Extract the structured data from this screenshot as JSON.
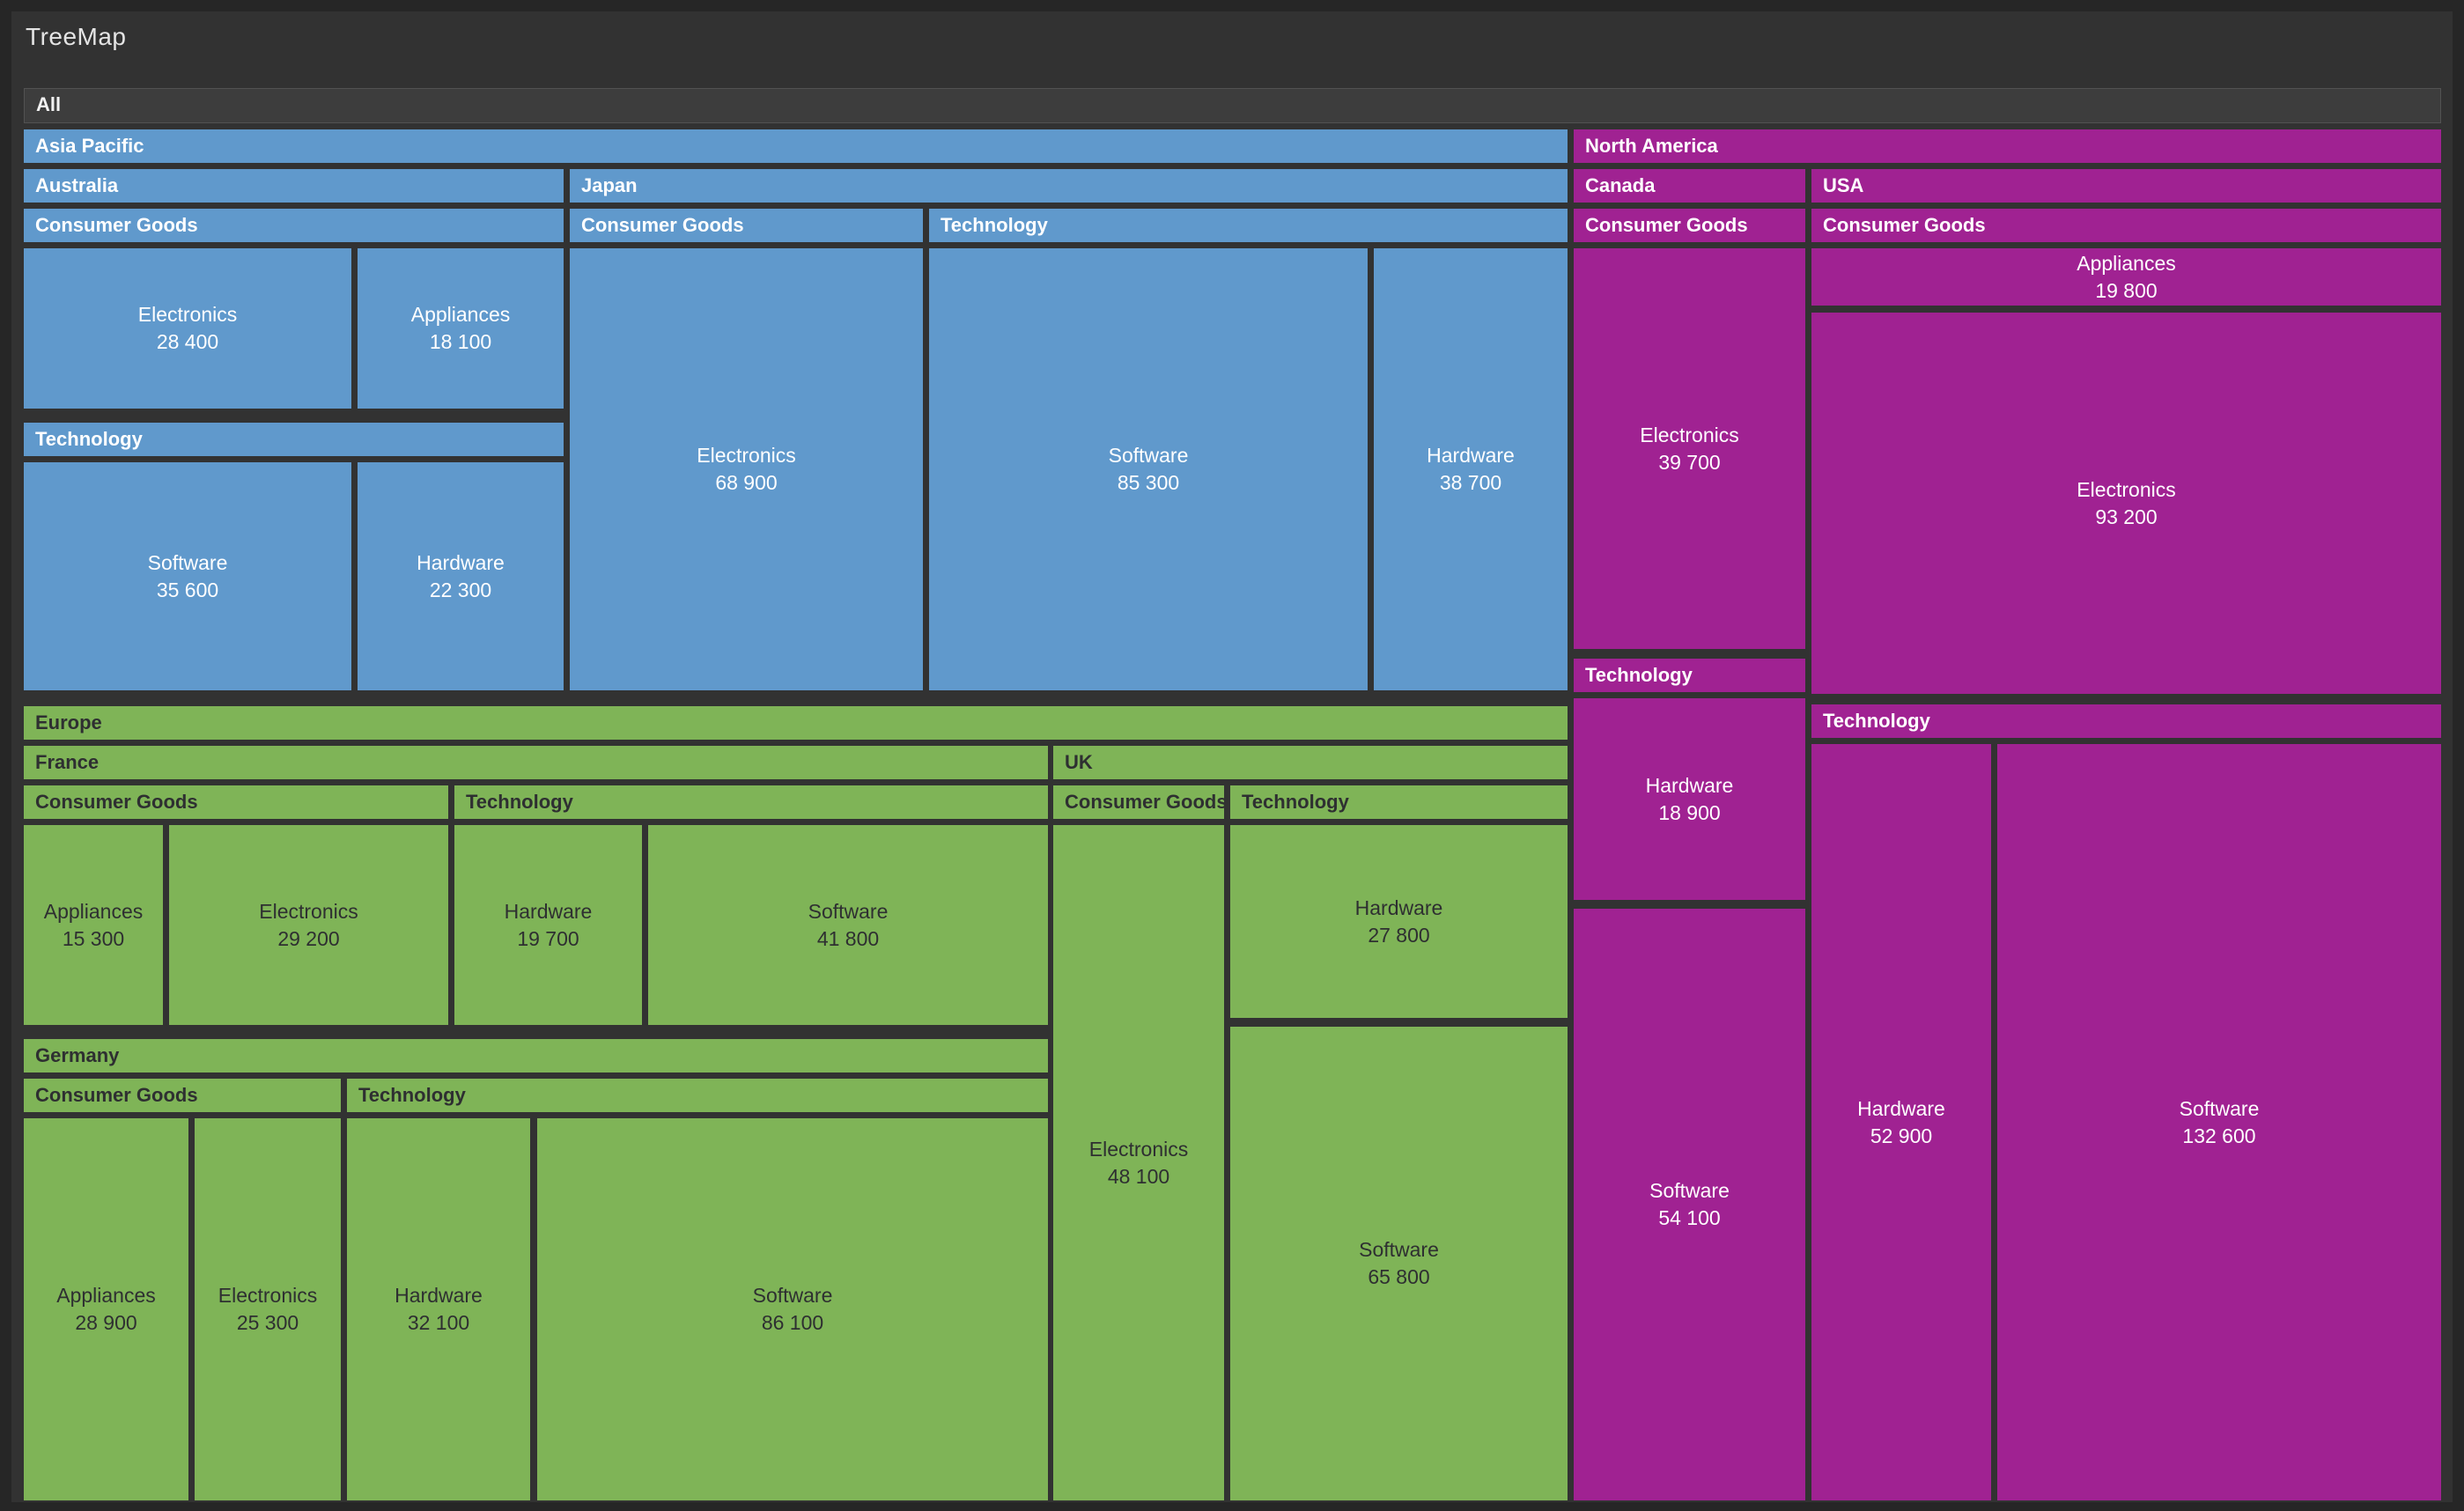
{
  "title": "TreeMap",
  "root_label": "All",
  "colors": {
    "background": "#323232",
    "frame": "#262626",
    "root_bar": "#3d3d3d",
    "asia_pacific": "#6099cc",
    "europe": "#7fb457",
    "north_america": "#a02292",
    "text_light": "#ffffff",
    "text_dark": "#2e2f31"
  },
  "chart_data": {
    "type": "treemap",
    "title": "TreeMap",
    "root": "All",
    "legend_position": "none",
    "regions": [
      {
        "label": "Asia Pacific",
        "color": "#6099cc",
        "countries": [
          {
            "label": "Australia",
            "categories": [
              {
                "label": "Consumer Goods",
                "items": [
                  {
                    "name": "Electronics",
                    "value": 28400,
                    "display": "28 400"
                  },
                  {
                    "name": "Appliances",
                    "value": 18100,
                    "display": "18 100"
                  }
                ]
              },
              {
                "label": "Technology",
                "items": [
                  {
                    "name": "Software",
                    "value": 35600,
                    "display": "35 600"
                  },
                  {
                    "name": "Hardware",
                    "value": 22300,
                    "display": "22 300"
                  }
                ]
              }
            ]
          },
          {
            "label": "Japan",
            "categories": [
              {
                "label": "Consumer Goods",
                "items": [
                  {
                    "name": "Electronics",
                    "value": 68900,
                    "display": "68 900"
                  }
                ]
              },
              {
                "label": "Technology",
                "items": [
                  {
                    "name": "Software",
                    "value": 85300,
                    "display": "85 300"
                  },
                  {
                    "name": "Hardware",
                    "value": 38700,
                    "display": "38 700"
                  }
                ]
              }
            ]
          }
        ]
      },
      {
        "label": "Europe",
        "color": "#7fb457",
        "countries": [
          {
            "label": "France",
            "categories": [
              {
                "label": "Consumer Goods",
                "items": [
                  {
                    "name": "Appliances",
                    "value": 15300,
                    "display": "15 300"
                  },
                  {
                    "name": "Electronics",
                    "value": 29200,
                    "display": "29 200"
                  }
                ]
              },
              {
                "label": "Technology",
                "items": [
                  {
                    "name": "Hardware",
                    "value": 19700,
                    "display": "19 700"
                  },
                  {
                    "name": "Software",
                    "value": 41800,
                    "display": "41 800"
                  }
                ]
              }
            ]
          },
          {
            "label": "Germany",
            "categories": [
              {
                "label": "Consumer Goods",
                "items": [
                  {
                    "name": "Appliances",
                    "value": 28900,
                    "display": "28 900"
                  },
                  {
                    "name": "Electronics",
                    "value": 25300,
                    "display": "25 300"
                  }
                ]
              },
              {
                "label": "Technology",
                "items": [
                  {
                    "name": "Hardware",
                    "value": 32100,
                    "display": "32 100"
                  },
                  {
                    "name": "Software",
                    "value": 86100,
                    "display": "86 100"
                  }
                ]
              }
            ]
          },
          {
            "label": "UK",
            "categories": [
              {
                "label": "Consumer Goods",
                "items": [
                  {
                    "name": "Electronics",
                    "value": 48100,
                    "display": "48 100"
                  }
                ]
              },
              {
                "label": "Technology",
                "items": [
                  {
                    "name": "Hardware",
                    "value": 27800,
                    "display": "27 800"
                  },
                  {
                    "name": "Software",
                    "value": 65800,
                    "display": "65 800"
                  }
                ]
              }
            ]
          }
        ]
      },
      {
        "label": "North America",
        "color": "#a02292",
        "countries": [
          {
            "label": "Canada",
            "categories": [
              {
                "label": "Consumer Goods",
                "items": [
                  {
                    "name": "Electronics",
                    "value": 39700,
                    "display": "39 700"
                  }
                ]
              },
              {
                "label": "Technology",
                "items": [
                  {
                    "name": "Hardware",
                    "value": 18900,
                    "display": "18 900"
                  },
                  {
                    "name": "Software",
                    "value": 54100,
                    "display": "54 100"
                  }
                ]
              }
            ]
          },
          {
            "label": "USA",
            "categories": [
              {
                "label": "Consumer Goods",
                "items": [
                  {
                    "name": "Appliances",
                    "value": 19800,
                    "display": "19 800"
                  },
                  {
                    "name": "Electronics",
                    "value": 93200,
                    "display": "93 200"
                  }
                ]
              },
              {
                "label": "Technology",
                "items": [
                  {
                    "name": "Hardware",
                    "value": 52900,
                    "display": "52 900"
                  },
                  {
                    "name": "Software",
                    "value": 132600,
                    "display": "132 600"
                  }
                ]
              }
            ]
          }
        ]
      }
    ]
  }
}
